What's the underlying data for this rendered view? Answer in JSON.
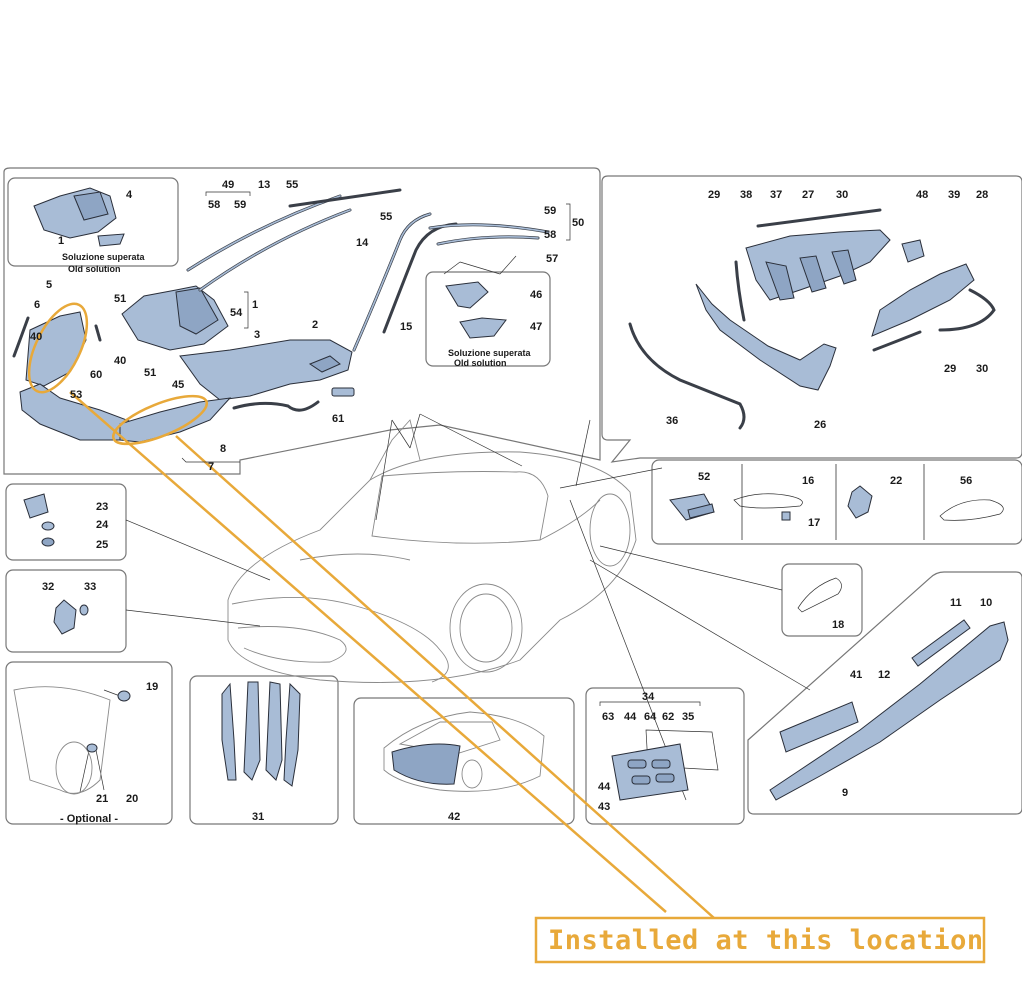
{
  "callout": {
    "banner_text": "Installed at this location",
    "color": "#e8a93a"
  },
  "notes": {
    "old_solution_it": "Soluzione superata",
    "old_solution_en": "Old solution",
    "optional": "- Optional -"
  },
  "part_colors": {
    "part_fill": "#a8bcd6",
    "outline": "#2a2f3a",
    "frame": "#777777"
  },
  "labels": {
    "l1a": "1",
    "l1b": "1",
    "l2": "2",
    "l3": "3",
    "l4": "4",
    "l5": "5",
    "l6": "6",
    "l7": "7",
    "l8": "8",
    "l9": "9",
    "l10": "10",
    "l11": "11",
    "l12": "12",
    "l13": "13",
    "l14": "14",
    "l15": "15",
    "l16": "16",
    "l17": "17",
    "l18": "18",
    "l19": "19",
    "l20": "20",
    "l21": "21",
    "l22": "22",
    "l23": "23",
    "l24": "24",
    "l25": "25",
    "l26": "26",
    "l27": "27",
    "l28": "28",
    "l29a": "29",
    "l29b": "29",
    "l30a": "30",
    "l30b": "30",
    "l31": "31",
    "l32": "32",
    "l33": "33",
    "l34": "34",
    "l35": "35",
    "l36": "36",
    "l37": "37",
    "l38": "38",
    "l39": "39",
    "l40a": "40",
    "l40b": "40",
    "l41": "41",
    "l42": "42",
    "l43": "43",
    "l44a": "44",
    "l44b": "44",
    "l45": "45",
    "l46": "46",
    "l47": "47",
    "l48": "48",
    "l49": "49",
    "l50": "50",
    "l51a": "51",
    "l51b": "51",
    "l52": "52",
    "l53": "53",
    "l54": "54",
    "l55a": "55",
    "l55b": "55",
    "l56": "56",
    "l57": "57",
    "l58a": "58",
    "l58b": "58",
    "l59a": "59",
    "l59b": "59",
    "l60": "60",
    "l61": "61",
    "l62": "62",
    "l63": "63",
    "l64": "64"
  }
}
